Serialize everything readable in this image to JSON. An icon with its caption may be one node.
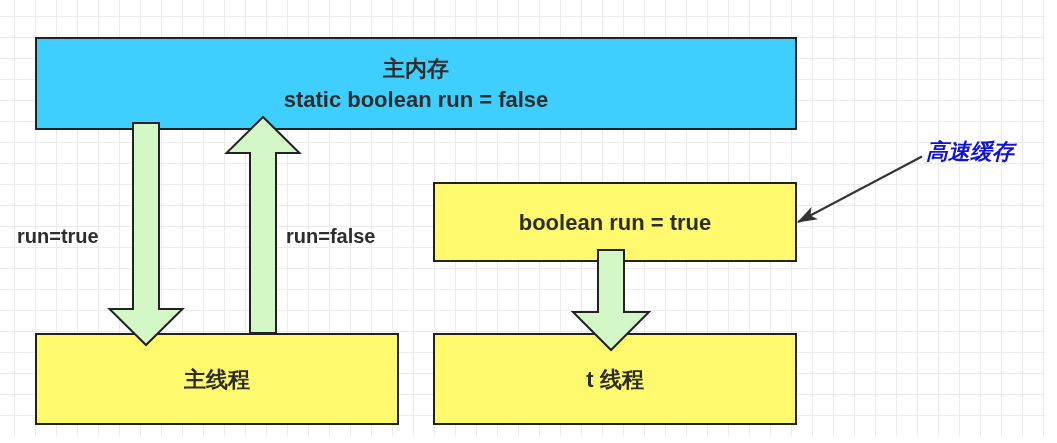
{
  "diagram": {
    "nodes": [
      {
        "text": [
          "主内存",
          "static boolean run = false"
        ]
      },
      {
        "text": [
          "高速缓存"
        ]
      },
      {
        "text": [
          "boolean run = true"
        ]
      },
      {
        "text": [
          "主线程"
        ]
      },
      {
        "text": [
          "t 线程"
        ]
      }
    ],
    "edges": [
      {
        "from": 0,
        "to": 3,
        "arrow": "to",
        "label": "run=true",
        "style": "thick"
      },
      {
        "from": 3,
        "to": 0,
        "arrow": "to",
        "label": "run=false",
        "style": "thick"
      },
      {
        "from": 2,
        "to": 4,
        "arrow": "to",
        "style": "thick"
      },
      {
        "from": 1,
        "to": 2,
        "arrow": "to"
      }
    ]
  }
}
